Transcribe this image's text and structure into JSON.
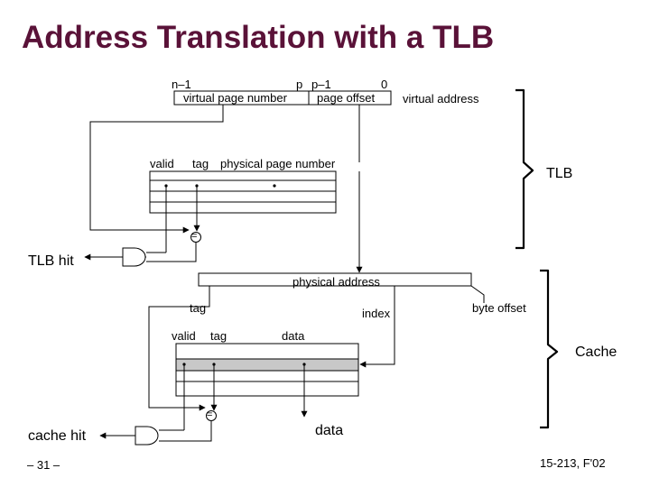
{
  "title": "Address Translation with a TLB",
  "virtual_address": {
    "bit_high": "n–1",
    "bit_p": "p",
    "bit_p_minus_1": "p–1",
    "bit_zero": "0",
    "vpn_label": "virtual page number",
    "offset_label": "page offset",
    "caption": "virtual address"
  },
  "tlb": {
    "valid_label": "valid",
    "tag_label": "tag",
    "ppn_label": "physical page number",
    "brace_label": "TLB",
    "hit_label": "TLB hit",
    "compare_symbol": "="
  },
  "physical_address": {
    "caption": "physical address",
    "tag_label": "tag",
    "index_label": "index",
    "byte_offset_label": "byte offset"
  },
  "cache": {
    "valid_label": "valid",
    "tag_label": "tag",
    "data_label": "data",
    "brace_label": "Cache",
    "hit_label": "cache hit",
    "data_out_label": "data",
    "compare_symbol": "="
  },
  "footer": {
    "page_number": "– 31 –",
    "course": "15-213, F'02"
  }
}
